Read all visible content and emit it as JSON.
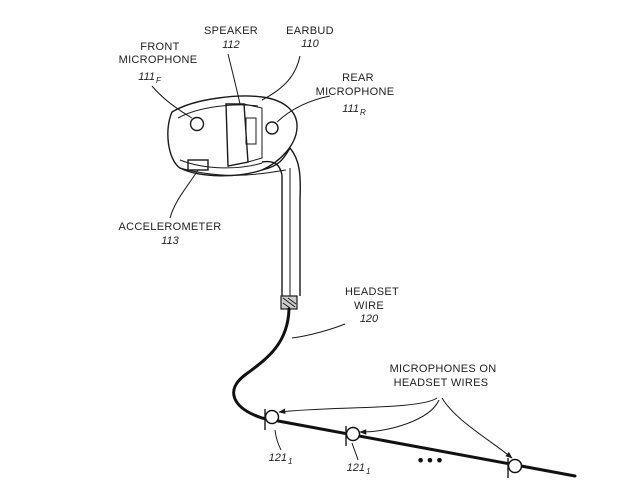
{
  "labels": {
    "front_microphone": {
      "line1": "FRONT",
      "line2": "MICROPHONE",
      "ref": "111",
      "ref_sub": "F"
    },
    "speaker": {
      "line1": "SPEAKER",
      "ref": "112"
    },
    "earbud": {
      "line1": "EARBUD",
      "ref": "110"
    },
    "rear_microphone": {
      "line1": "REAR",
      "line2": "MICROPHONE",
      "ref": "111",
      "ref_sub": "R"
    },
    "accelerometer": {
      "line1": "ACCELEROMETER",
      "ref": "113"
    },
    "headset_wire": {
      "line1": "HEADSET",
      "line2": "WIRE",
      "ref": "120"
    },
    "microphones_on_wires": {
      "line1": "MICROPHONES ON",
      "line2": "HEADSET WIRES"
    },
    "wire_mic_1": {
      "ref": "121",
      "ref_sub": "1"
    },
    "wire_mic_2": {
      "ref": "121",
      "ref_sub": "1"
    },
    "ellipsis": "•••"
  },
  "colors": {
    "line": "#1a1a1a",
    "text": "#222222",
    "background": "#ffffff"
  }
}
